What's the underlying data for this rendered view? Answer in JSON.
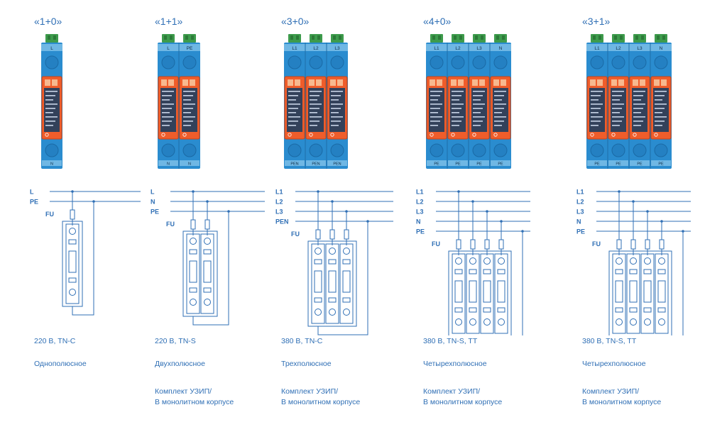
{
  "colors": {
    "accent": "#2f6fb5",
    "module_orange": "#ef5d2b",
    "module_blue": "#2a8ccf",
    "terminal_green": "#3d9b4c"
  },
  "products": [
    {
      "config": "«1+0»",
      "voltage": "220 В, TN-C",
      "type": "Однополюсное",
      "kit_line1": "",
      "kit_line2": "",
      "top_labels": [
        "L"
      ],
      "bottom_labels": [
        "N"
      ],
      "lines": [
        "L",
        "PE"
      ],
      "fuse_label": "FU"
    },
    {
      "config": "«1+1»",
      "voltage": "220 В, TN-S",
      "type": "Двухполюсное",
      "kit_line1": "Комплект УЗИП/",
      "kit_line2": "В монолитном корпусе",
      "top_labels": [
        "L",
        "PE"
      ],
      "bottom_labels": [
        "N",
        "N"
      ],
      "lines": [
        "L",
        "N",
        "PE"
      ],
      "fuse_label": "FU"
    },
    {
      "config": "«3+0»",
      "voltage": "380 В, TN-C",
      "type": "Трехполюсное",
      "kit_line1": "Комплект УЗИП/",
      "kit_line2": "В монолитном корпусе",
      "top_labels": [
        "L1",
        "L2",
        "L3"
      ],
      "bottom_labels": [
        "PEN",
        "PEN",
        "PEN"
      ],
      "lines": [
        "L1",
        "L2",
        "L3",
        "PEN"
      ],
      "fuse_label": "FU"
    },
    {
      "config": "«4+0»",
      "voltage": "380 В, TN-S, TT",
      "type": "Четырехполюсное",
      "kit_line1": "Комплект УЗИП/",
      "kit_line2": "В монолитном корпусе",
      "top_labels": [
        "L1",
        "L2",
        "L3",
        "N"
      ],
      "bottom_labels": [
        "PE",
        "PE",
        "PE",
        "PE"
      ],
      "lines": [
        "L1",
        "L2",
        "L3",
        "N",
        "PE"
      ],
      "fuse_label": "FU"
    },
    {
      "config": "«3+1»",
      "voltage": "380 В, TN-S, TT",
      "type": "Четырехполюсное",
      "kit_line1": "Комплект УЗИП/",
      "kit_line2": "В монолитном корпусе",
      "top_labels": [
        "L1",
        "L2",
        "L3",
        "N"
      ],
      "bottom_labels": [
        "PE",
        "PE",
        "PE",
        "PE"
      ],
      "lines": [
        "L1",
        "L2",
        "L3",
        "N",
        "PE"
      ],
      "fuse_label": "FU"
    }
  ]
}
